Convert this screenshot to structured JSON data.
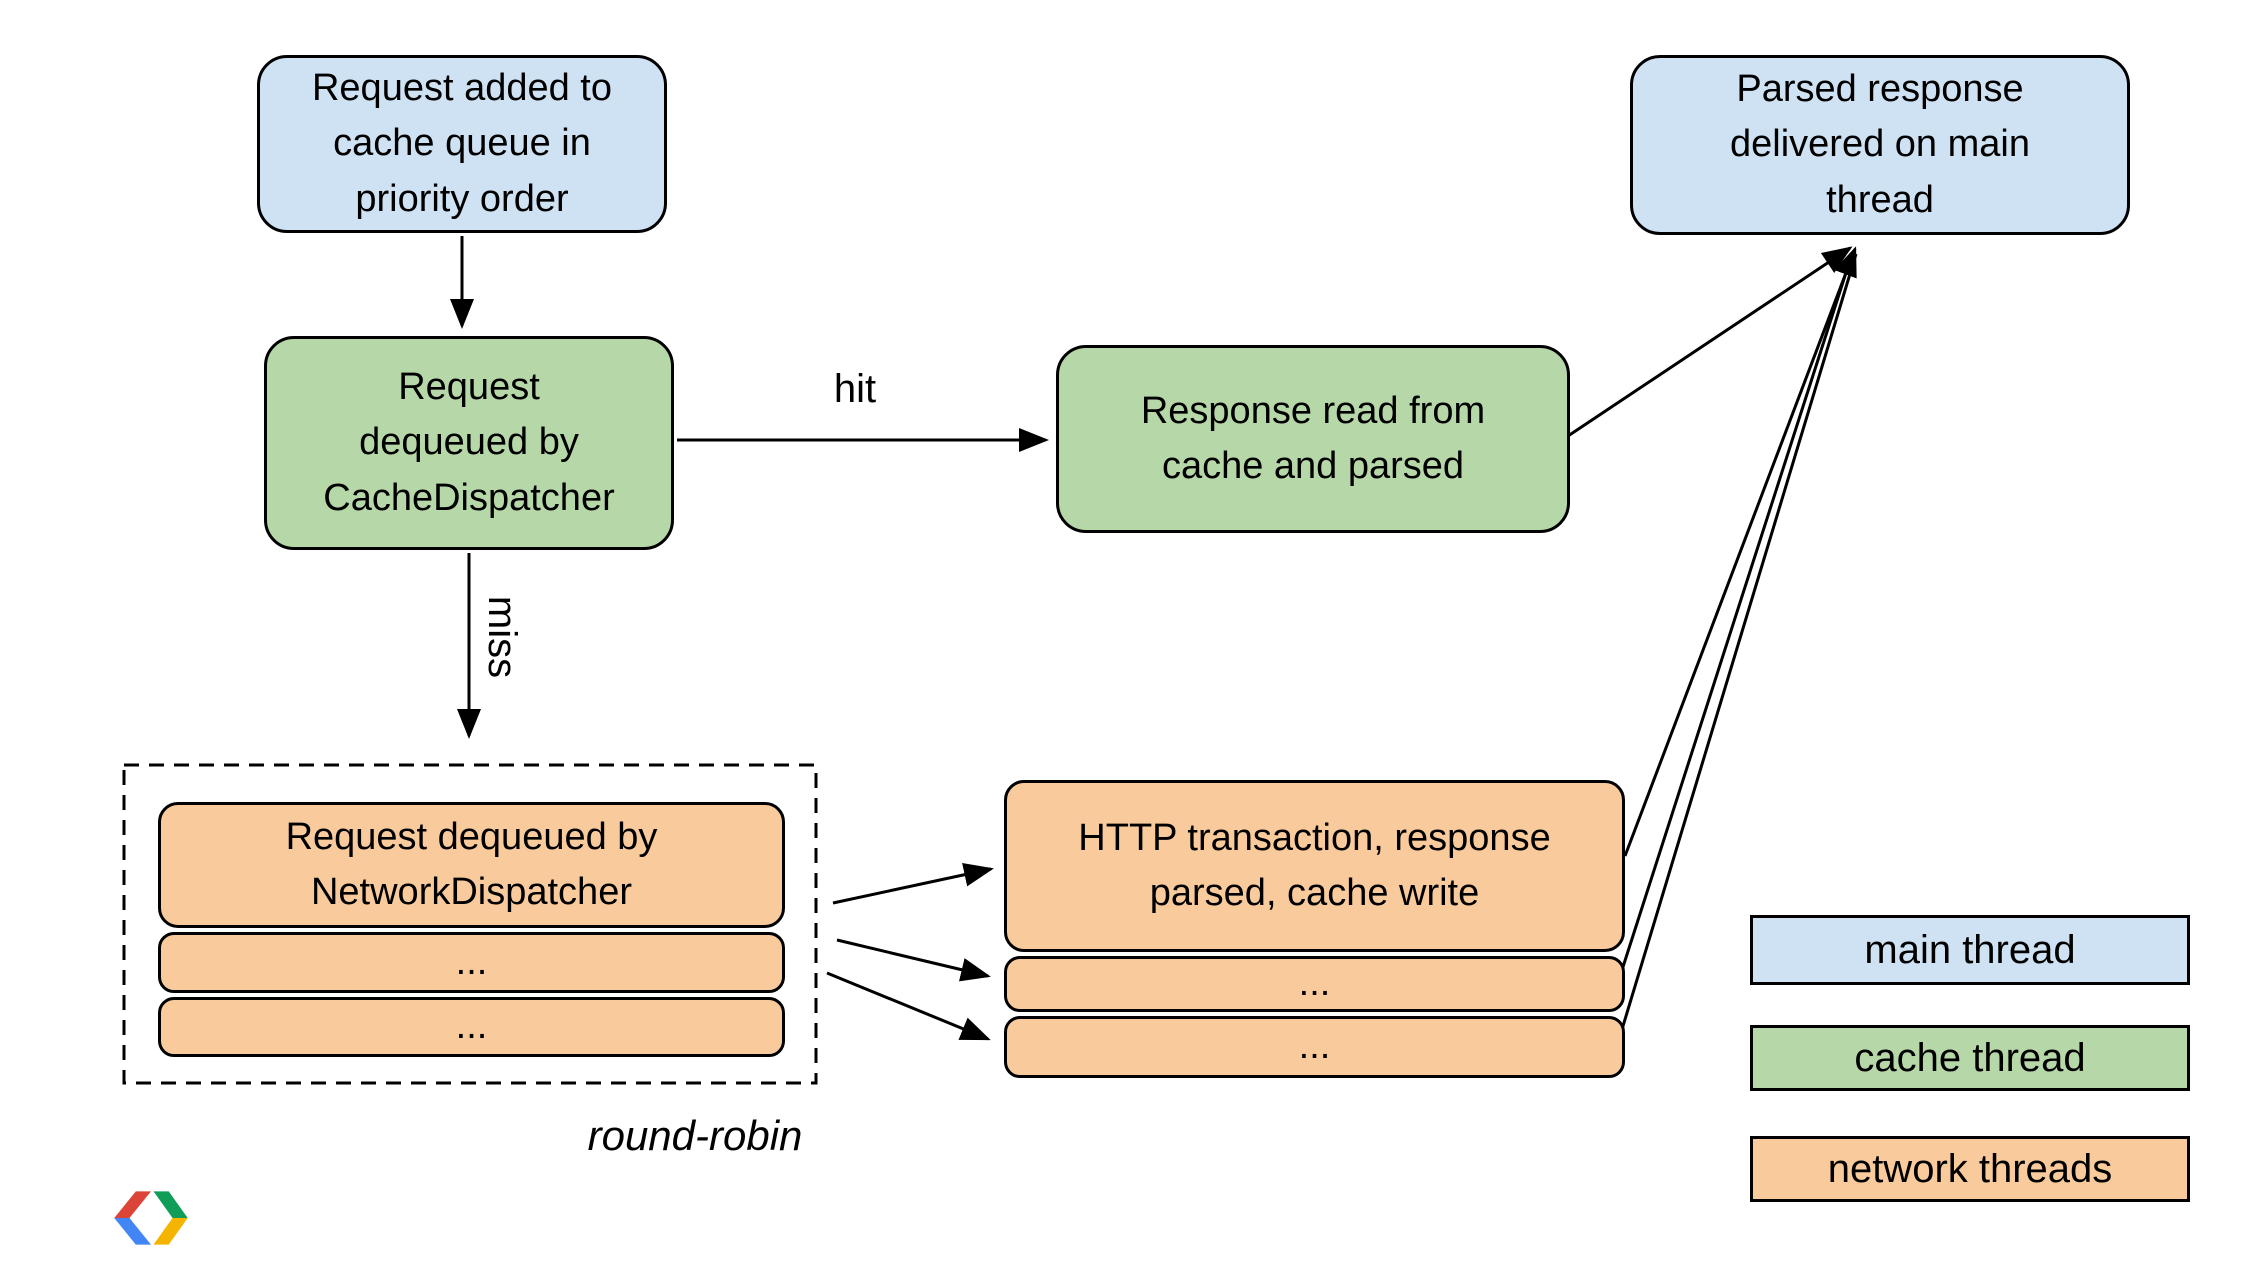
{
  "colors": {
    "main_thread": "#cfe2f3",
    "cache_thread": "#b6d7a8",
    "network_threads": "#f9cb9c",
    "outline": "#000000",
    "logo_red": "#DB4437",
    "logo_blue": "#4285F4",
    "logo_green": "#0F9D58",
    "logo_yellow": "#F4B400"
  },
  "nodes": {
    "request_added": "Request added to\ncache queue in\npriority order",
    "cache_dispatcher": "Request\ndequeued by\nCacheDispatcher",
    "response_read": "Response read from\ncache and parsed",
    "parsed_response": "Parsed response\ndelivered on main\nthread",
    "network_dispatcher": "Request dequeued by\nNetworkDispatcher",
    "network_dispatcher_row2": "...",
    "network_dispatcher_row3": "...",
    "http_transaction": "HTTP transaction, response\nparsed, cache write",
    "http_transaction_row2": "...",
    "http_transaction_row3": "..."
  },
  "labels": {
    "hit": "hit",
    "miss": "miss",
    "round_robin": "round-robin"
  },
  "legend": {
    "main_thread": "main thread",
    "cache_thread": "cache thread",
    "network_threads": "network threads"
  },
  "icons": {
    "logo": "google-developers-logo"
  }
}
